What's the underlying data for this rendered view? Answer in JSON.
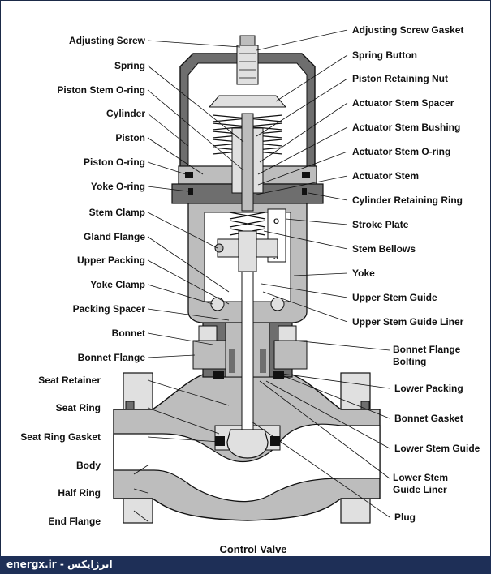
{
  "caption": "Control Valve",
  "footer": "energx.ir - انرژایکس",
  "colors": {
    "frame": "#1b2a48",
    "footer_bg": "#1e2f57",
    "dark_fill": "#6e6e6e",
    "mid_fill": "#a9a9a9",
    "light_fill": "#e0e0e0"
  },
  "labels_left": [
    "Adjusting Screw",
    "Spring",
    "Piston Stem O-ring",
    "Cylinder",
    "Piston",
    "Piston O-ring",
    "Yoke O-ring",
    "Stem Clamp",
    "Gland Flange",
    "Upper Packing",
    "Yoke Clamp",
    "Packing Spacer",
    "Bonnet",
    "Bonnet Flange",
    "Seat Retainer",
    "Seat Ring",
    "Seat Ring Gasket",
    "Body",
    "Half Ring",
    "End Flange"
  ],
  "labels_right": [
    "Adjusting Screw Gasket",
    "Spring Button",
    "Piston Retaining Nut",
    "Actuator Stem Spacer",
    "Actuator Stem Bushing",
    "Actuator Stem O-ring",
    "Actuator Stem",
    "Cylinder Retaining Ring",
    "Stroke Plate",
    "Stem Bellows",
    "Yoke",
    "Upper Stem Guide",
    "Upper Stem Guide Liner",
    "Bonnet Flange Bolting",
    "Lower Packing",
    "Bonnet Gasket",
    "Lower Stem Guide",
    "Lower Stem Guide Liner",
    "Plug"
  ]
}
